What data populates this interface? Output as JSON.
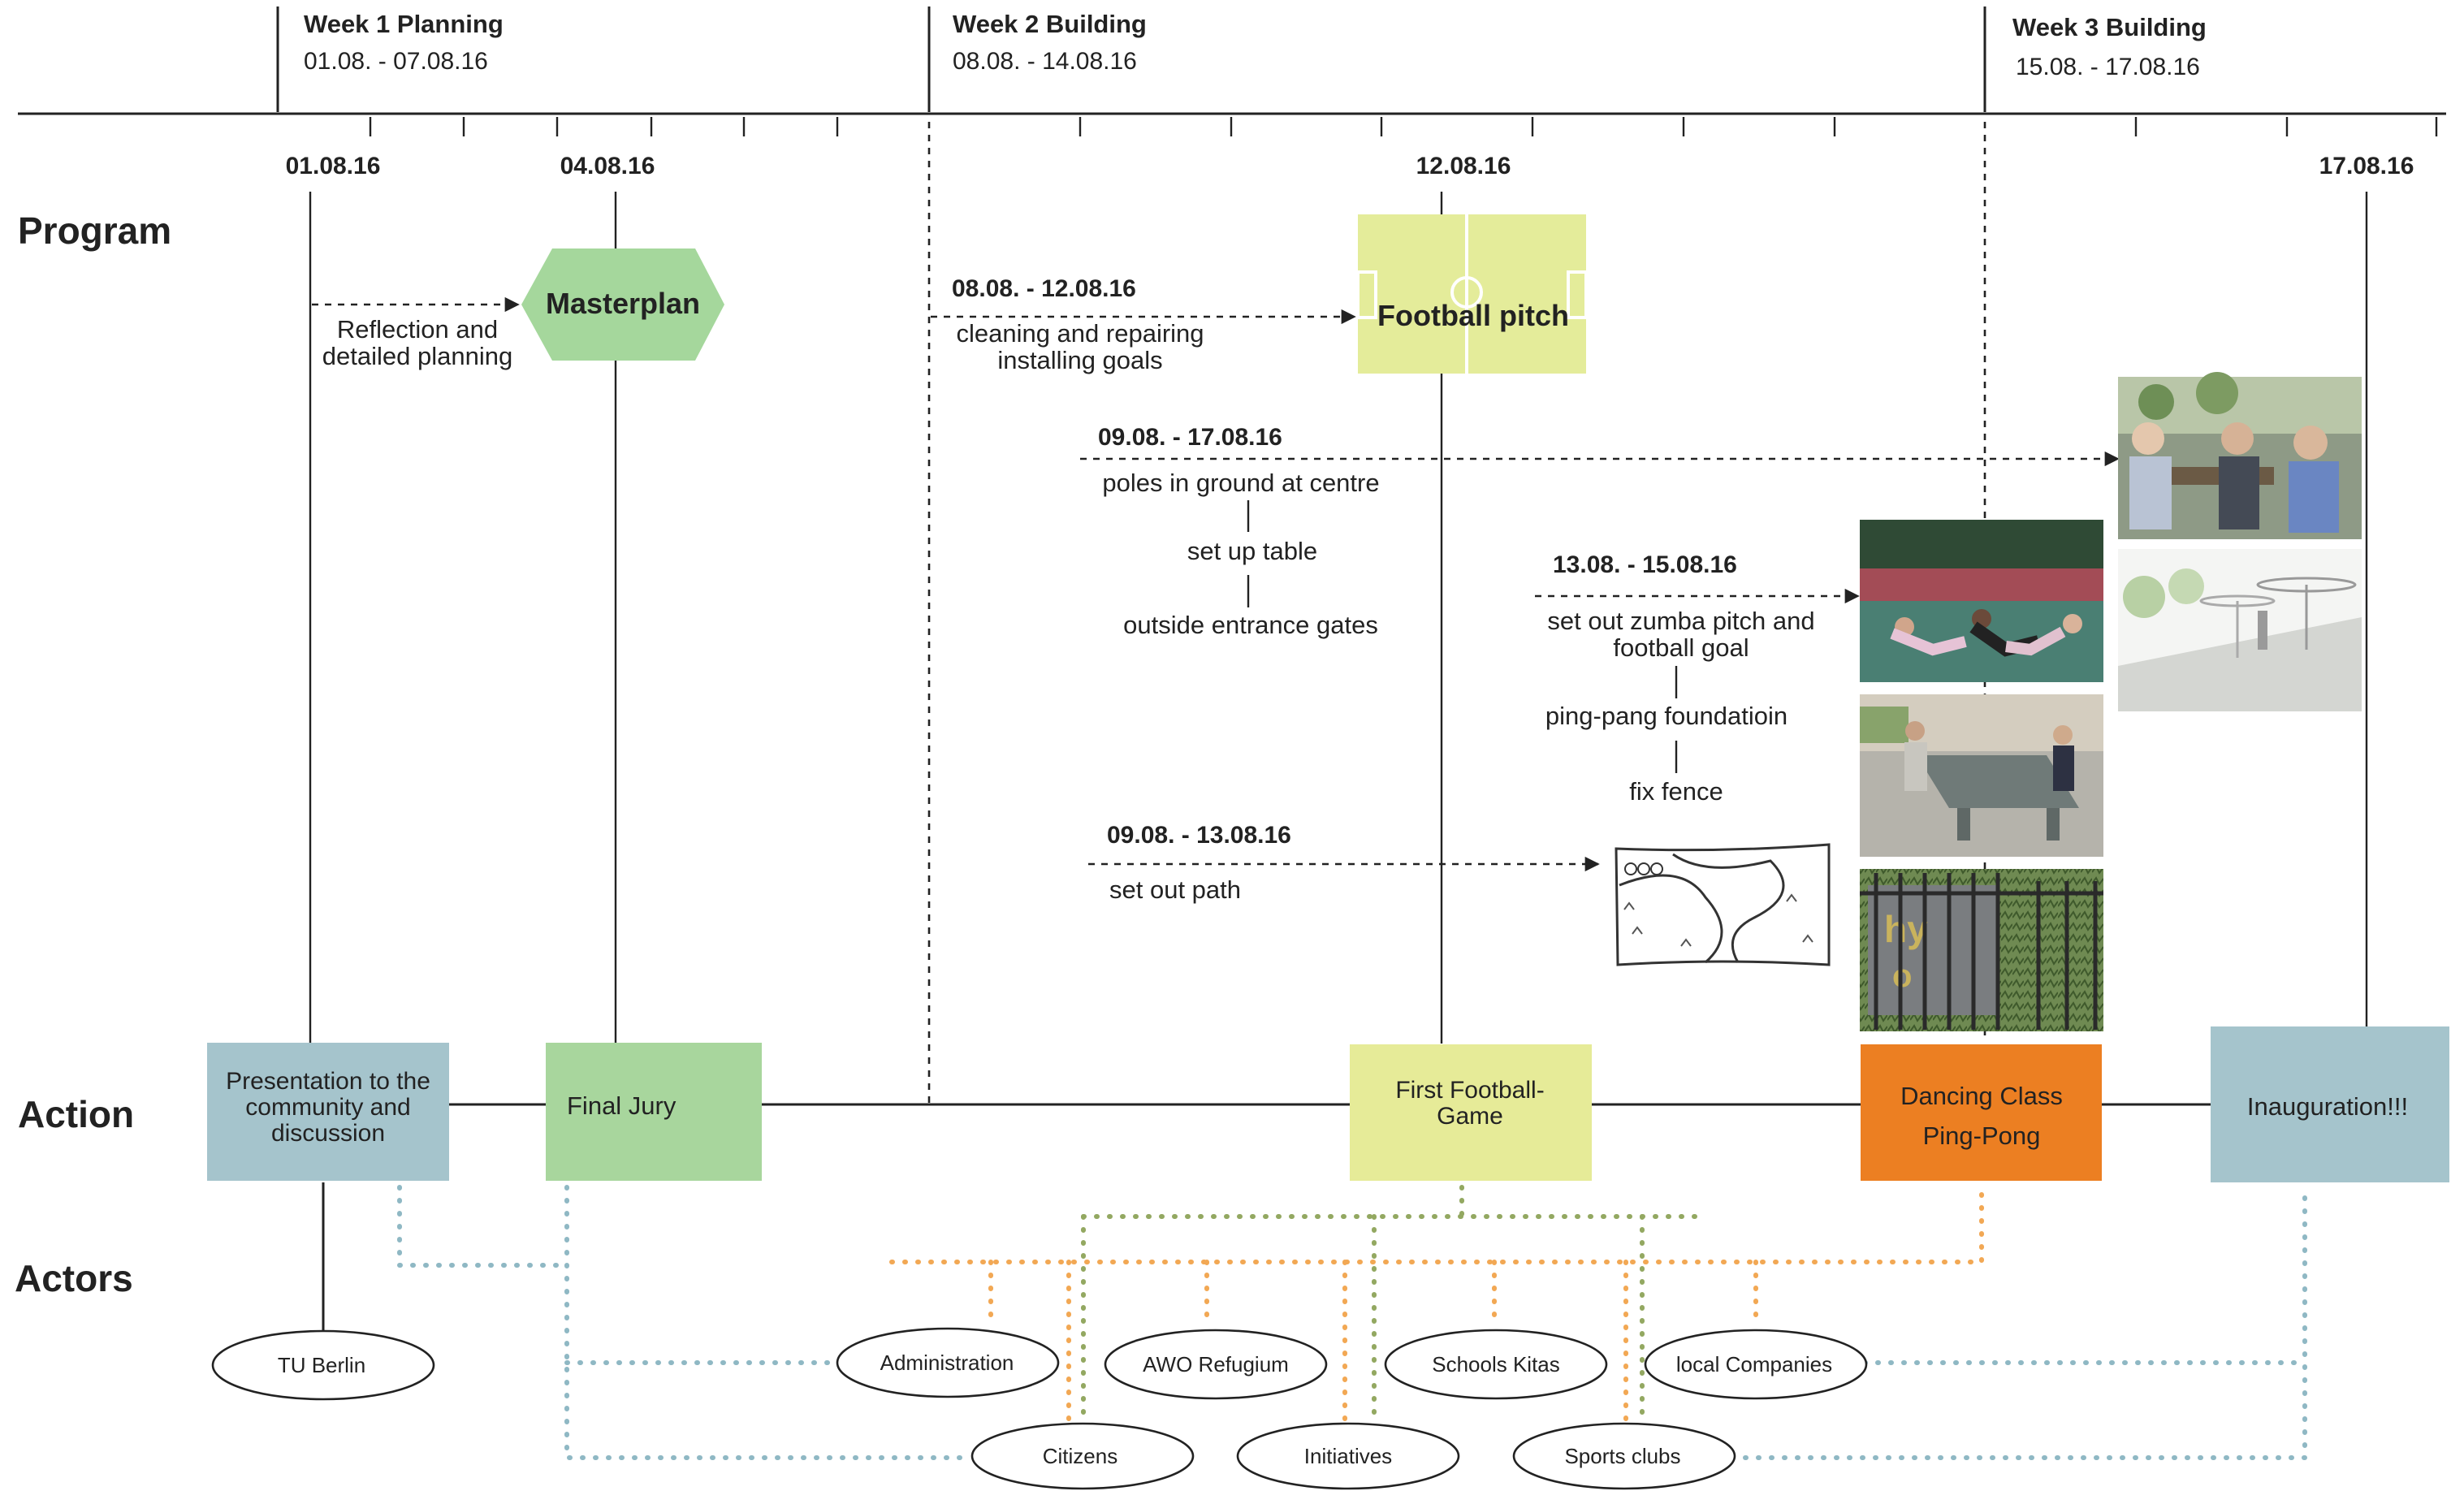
{
  "weeks": [
    {
      "title": "Week 1  Planning",
      "dates": "01.08. - 07.08.16"
    },
    {
      "title": "Week 2  Building",
      "dates": "08.08. - 14.08.16"
    },
    {
      "title": "Week 3  Building",
      "dates": "15.08. - 17.08.16"
    }
  ],
  "milestones": [
    "01.08.16",
    "04.08.16",
    "12.08.16",
    "17.08.16"
  ],
  "rows": {
    "program": "Program",
    "action": "Action",
    "actors": "Actors"
  },
  "program": {
    "planning": {
      "line1": "Reflection and",
      "line2": "detailed planning"
    },
    "masterplan": "Masterplan",
    "football": {
      "dates": "08.08. - 12.08.16",
      "line1": "cleaning and repairing",
      "line2": "installing goals",
      "label": "Football pitch"
    },
    "centre": {
      "dates": "09.08. - 17.08.16",
      "step1": "poles in ground at centre",
      "step2": "set up table",
      "step3": "outside entrance gates"
    },
    "zumba": {
      "dates": "13.08. - 15.08.16",
      "line1": "set out zumba pitch and",
      "line2": "football goal",
      "step2": "ping-pang foundatioin",
      "step3": "fix fence"
    },
    "path": {
      "dates": "09.08. - 13.08.16",
      "label": "set out path"
    }
  },
  "actions": {
    "presentation": {
      "line1": "Presentation to the",
      "line2": "community and",
      "line3": "discussion"
    },
    "jury": "Final Jury",
    "football_game": {
      "line1": "First Football-",
      "line2": "Game"
    },
    "dancing": {
      "line1": "Dancing Class",
      "line2": "Ping-Pong"
    },
    "inauguration": "Inauguration!!!"
  },
  "actors": [
    "TU Berlin",
    "Administration",
    "AWO Refugium",
    "Schools Kitas",
    "local Companies",
    "Citizens",
    "Initiatives",
    "Sports clubs"
  ],
  "colors": {
    "presentation": "#a5c4cc",
    "jury": "#a8d69d",
    "football_game": "#e6eb98",
    "dancing": "#ec7f22",
    "inauguration": "#a5c4cc",
    "masterplan": "#a5d79c",
    "football_pitch": "#e4ec9a",
    "dots_blue": "#8fb8c4",
    "dots_orange": "#f2a854",
    "dots_green": "#93a861"
  },
  "photos": [
    "elderly-men-playing-chess-photo",
    "zumba-exercise-photo",
    "ping-pong-table-photo",
    "graffiti-fence-photo",
    "table-area-rendering",
    "path-sketch"
  ]
}
